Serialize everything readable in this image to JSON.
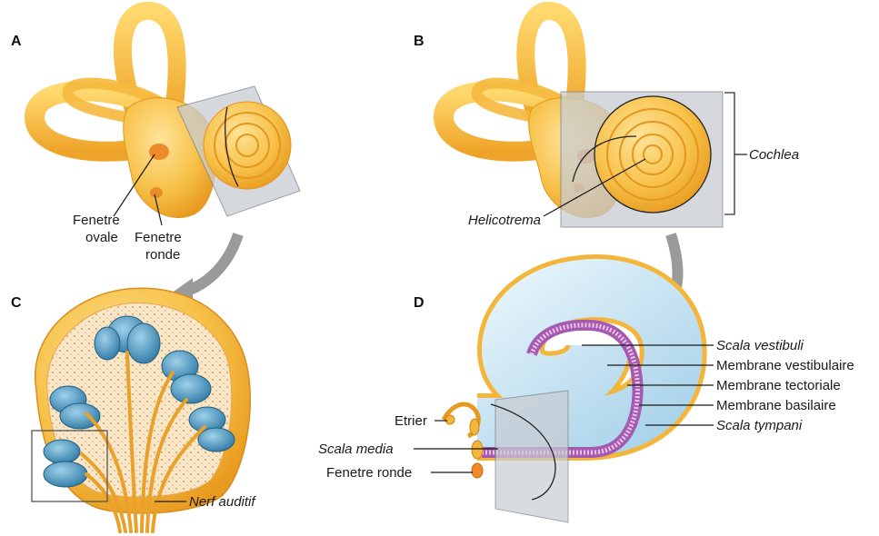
{
  "panels": {
    "a": "A",
    "b": "B",
    "c": "C",
    "d": "D"
  },
  "labels": {
    "fenetre_ovale_1": "Fenetre",
    "fenetre_ovale_2": "ovale",
    "fenetre_ronde_a_1": "Fenetre",
    "fenetre_ronde_a_2": "ronde",
    "helicotrema": "Helicotrema",
    "cochlea": "Cochlea",
    "nerf_auditif": "Nerf auditif",
    "scala_vestibuli": "Scala vestibuli",
    "membrane_vestibulaire": "Membrane vestibulaire",
    "membrane_tectoriale": "Membrane tectoriale",
    "membrane_basilaire": "Membrane basilaire",
    "scala_tympani": "Scala tympani",
    "etrier": "Etrier",
    "scala_media": "Scala media",
    "fenetre_ronde_d": "Fenetre ronde"
  },
  "colors": {
    "bone": "#f7c24a",
    "bone_dark": "#e89a1f",
    "fluid_blue": "#bfe0f0",
    "organ_blue": "#3f8fb8",
    "membrane_purple": "#a35bb0",
    "section_plane": "#c8ccd2",
    "arrow_gray": "#9a9a9a"
  }
}
